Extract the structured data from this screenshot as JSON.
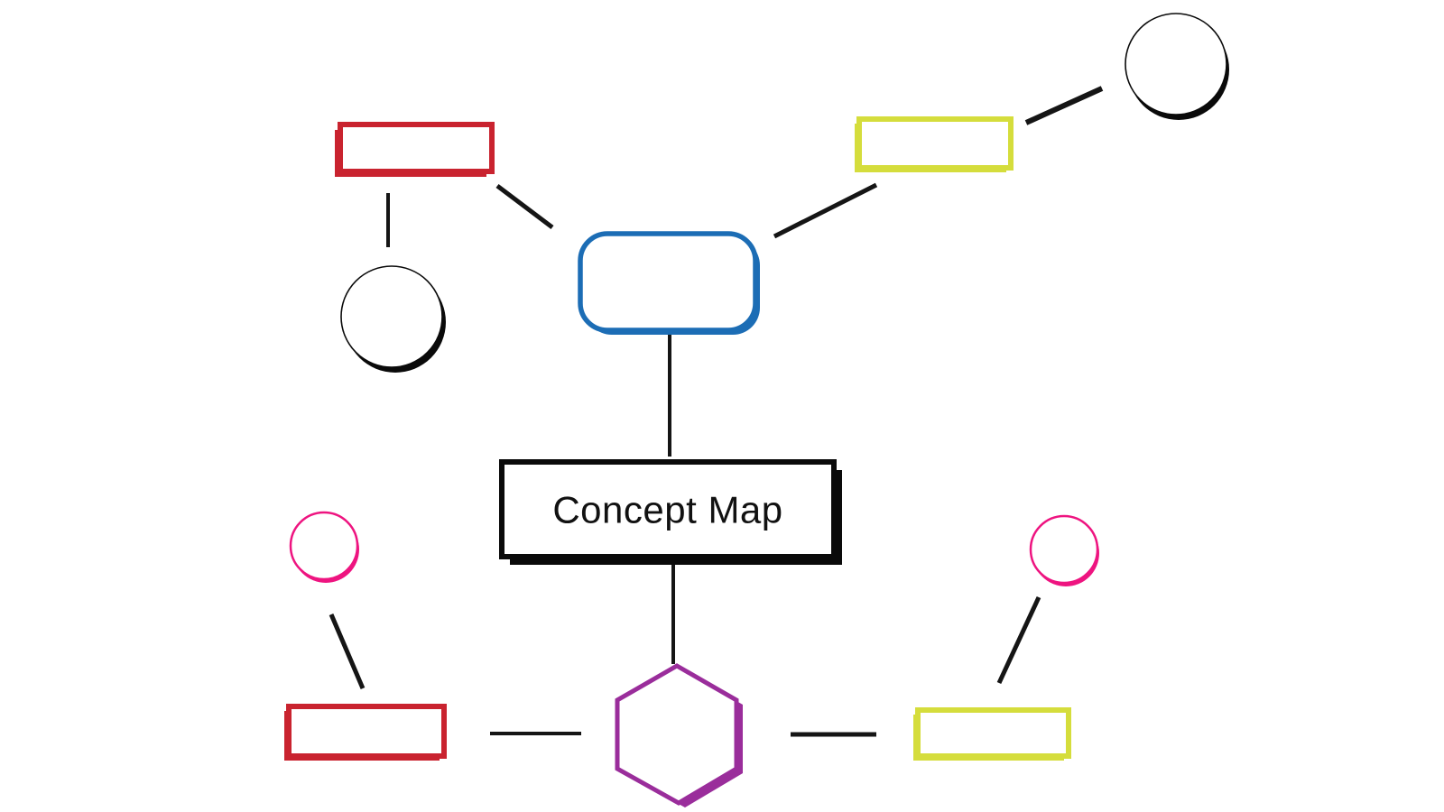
{
  "diagram": {
    "title": "Concept Map",
    "colors": {
      "red": "#C9232F",
      "yellow_green": "#D5DD3C",
      "blue": "#1C6DB5",
      "pink": "#EE1480",
      "purple": "#9A2D9B",
      "black": "#0A0A0A",
      "line": "#151515",
      "shape_fill": "#FFFFFF"
    },
    "nodes": [
      {
        "id": "top-left-red-rect",
        "shape": "rectangle",
        "color": "red",
        "label": ""
      },
      {
        "id": "top-right-yellow-rect",
        "shape": "rectangle",
        "color": "yellow_green",
        "label": ""
      },
      {
        "id": "top-right-black-circle",
        "shape": "circle",
        "color": "black",
        "label": ""
      },
      {
        "id": "left-black-circle",
        "shape": "circle",
        "color": "black",
        "label": ""
      },
      {
        "id": "blue-rounded-rect",
        "shape": "rounded-rectangle",
        "color": "blue",
        "label": ""
      },
      {
        "id": "center-title-box",
        "shape": "rectangle",
        "color": "black",
        "label": "Concept Map"
      },
      {
        "id": "left-pink-circle",
        "shape": "circle",
        "color": "pink",
        "label": ""
      },
      {
        "id": "right-pink-circle",
        "shape": "circle",
        "color": "pink",
        "label": ""
      },
      {
        "id": "bottom-left-red-rect",
        "shape": "rectangle",
        "color": "red",
        "label": ""
      },
      {
        "id": "bottom-right-yellow-rect",
        "shape": "rectangle",
        "color": "yellow_green",
        "label": ""
      },
      {
        "id": "bottom-purple-hexagon",
        "shape": "hexagon",
        "color": "purple",
        "label": ""
      }
    ],
    "connectors": [
      {
        "from": "top-left-red-rect",
        "to": "left-black-circle"
      },
      {
        "from": "top-left-red-rect",
        "to": "blue-rounded-rect"
      },
      {
        "from": "blue-rounded-rect",
        "to": "top-right-yellow-rect"
      },
      {
        "from": "top-right-yellow-rect",
        "to": "top-right-black-circle"
      },
      {
        "from": "blue-rounded-rect",
        "to": "center-title-box"
      },
      {
        "from": "center-title-box",
        "to": "bottom-purple-hexagon"
      },
      {
        "from": "left-pink-circle",
        "to": "bottom-left-red-rect"
      },
      {
        "from": "bottom-left-red-rect",
        "to": "bottom-purple-hexagon"
      },
      {
        "from": "bottom-purple-hexagon",
        "to": "bottom-right-yellow-rect"
      },
      {
        "from": "right-pink-circle",
        "to": "bottom-right-yellow-rect"
      }
    ]
  }
}
